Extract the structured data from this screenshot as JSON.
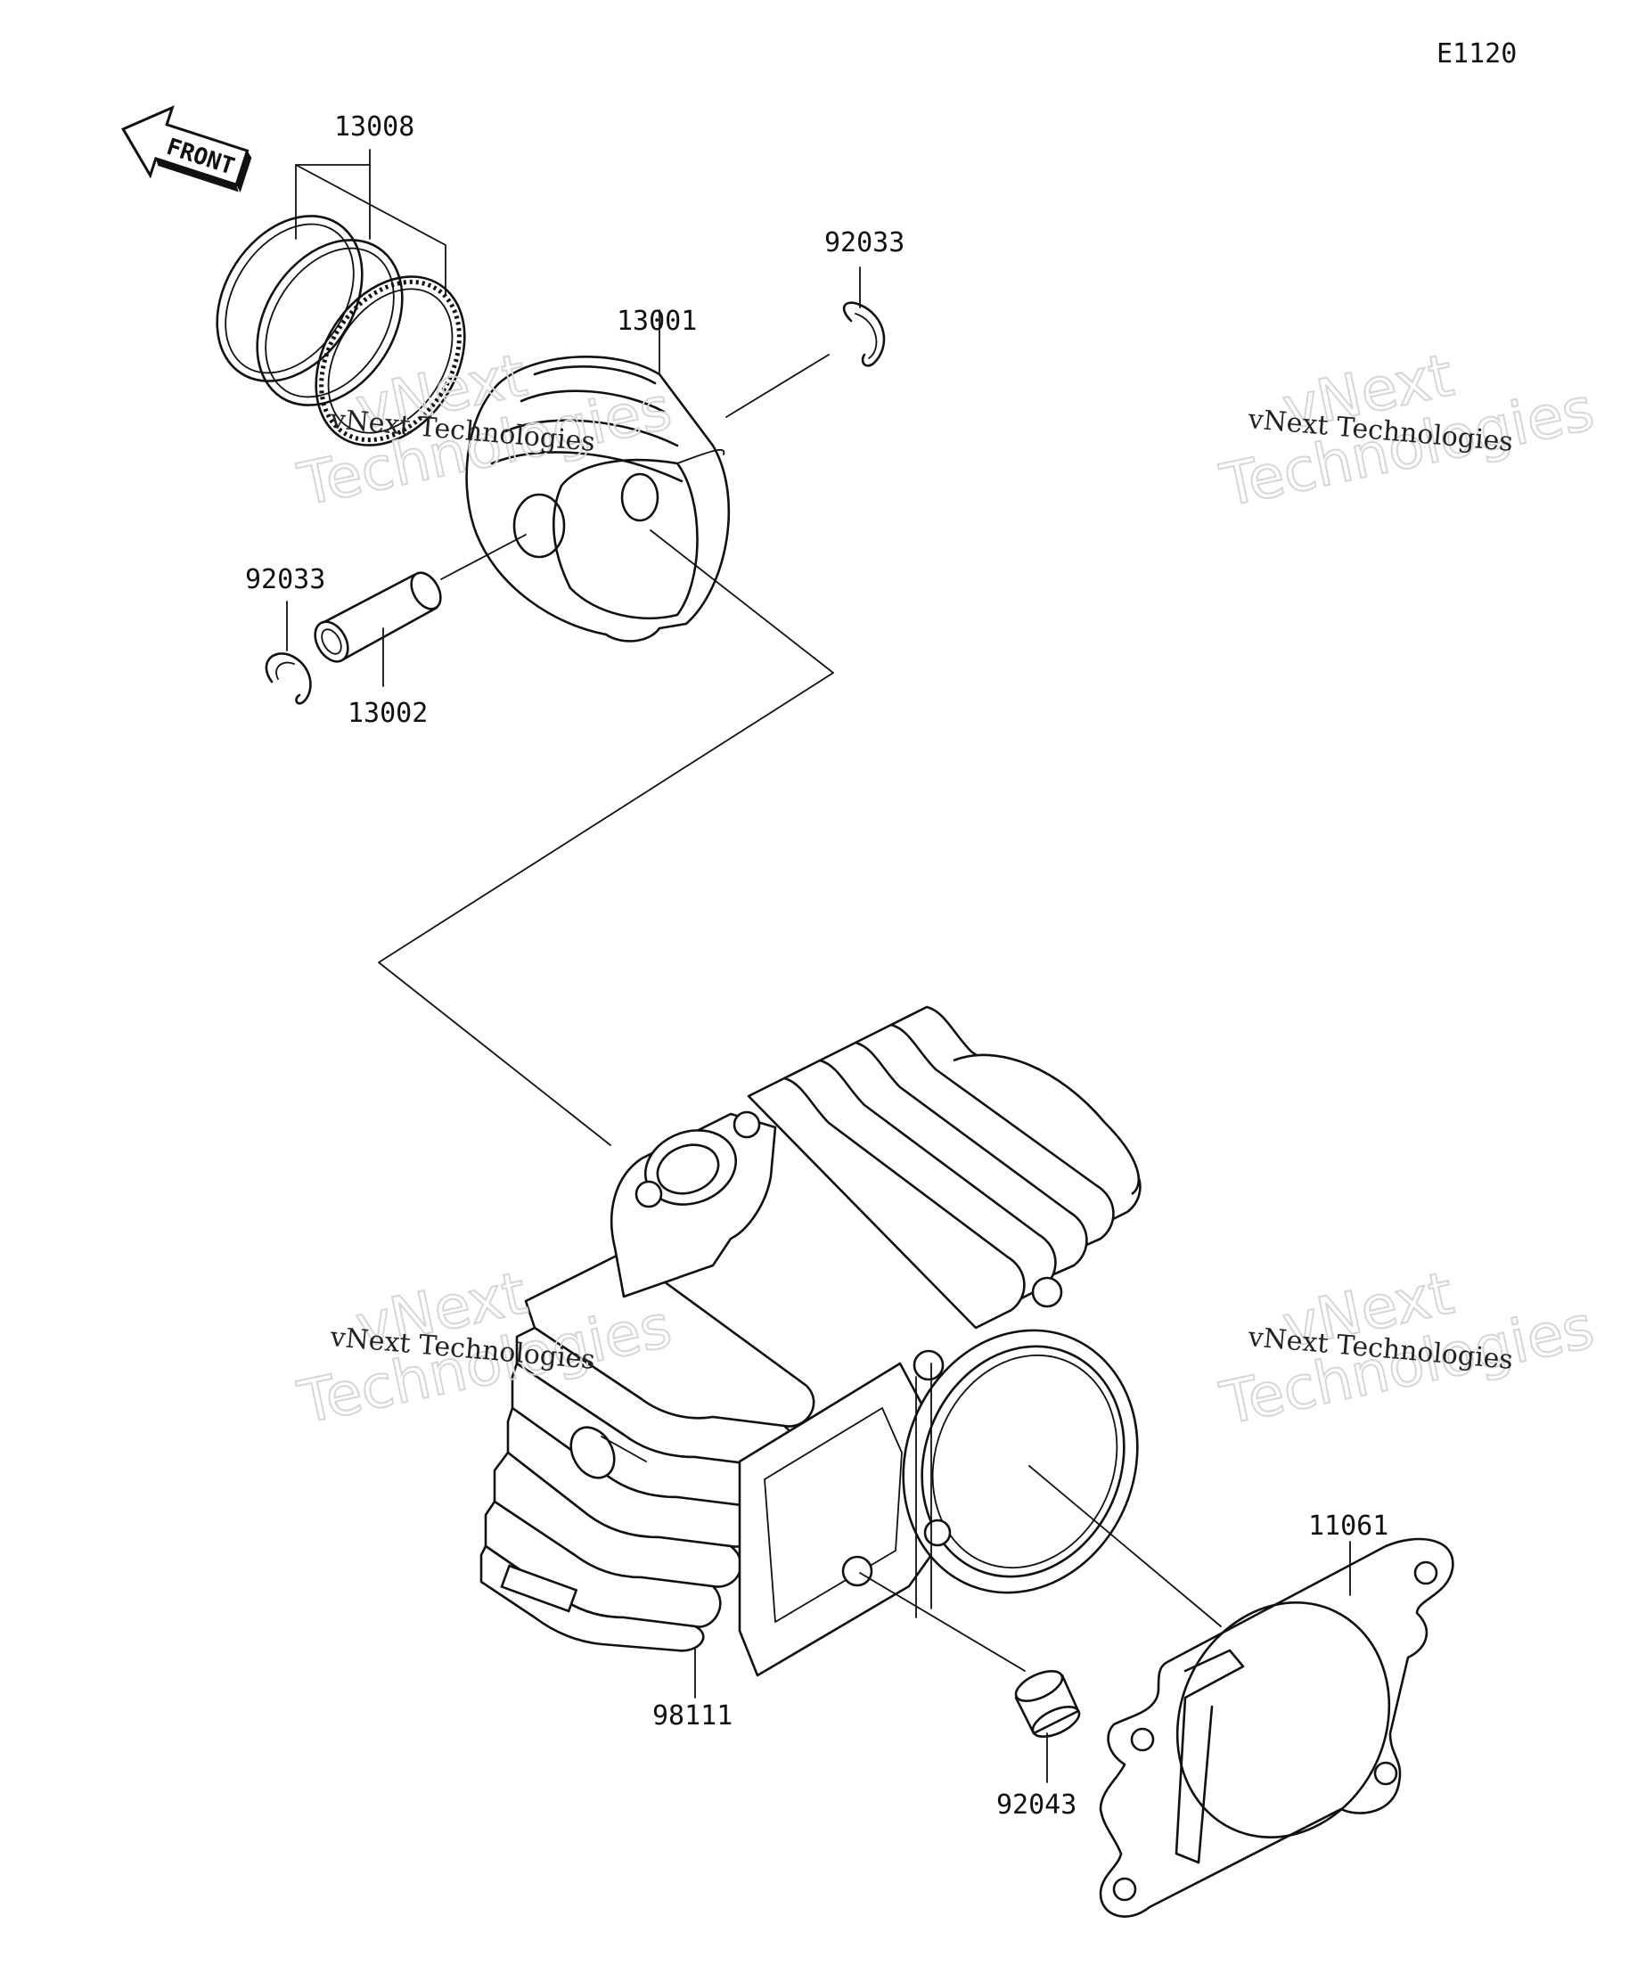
{
  "diagram_code": "E1120",
  "front_arrow_text": "FRONT",
  "parts": [
    {
      "id": "piston-ring-set",
      "number": "13008"
    },
    {
      "id": "snap-ring-right",
      "number": "92033"
    },
    {
      "id": "piston",
      "number": "13001"
    },
    {
      "id": "snap-ring-left",
      "number": "92033"
    },
    {
      "id": "piston-pin",
      "number": "13002"
    },
    {
      "id": "cylinder",
      "number": "98111"
    },
    {
      "id": "cylinder-gasket",
      "number": "11061"
    },
    {
      "id": "dowel-pin",
      "number": "92043"
    }
  ],
  "watermark": {
    "small": "vNext Technologies",
    "big_line1": "vNext",
    "big_line2": "Technologies"
  }
}
